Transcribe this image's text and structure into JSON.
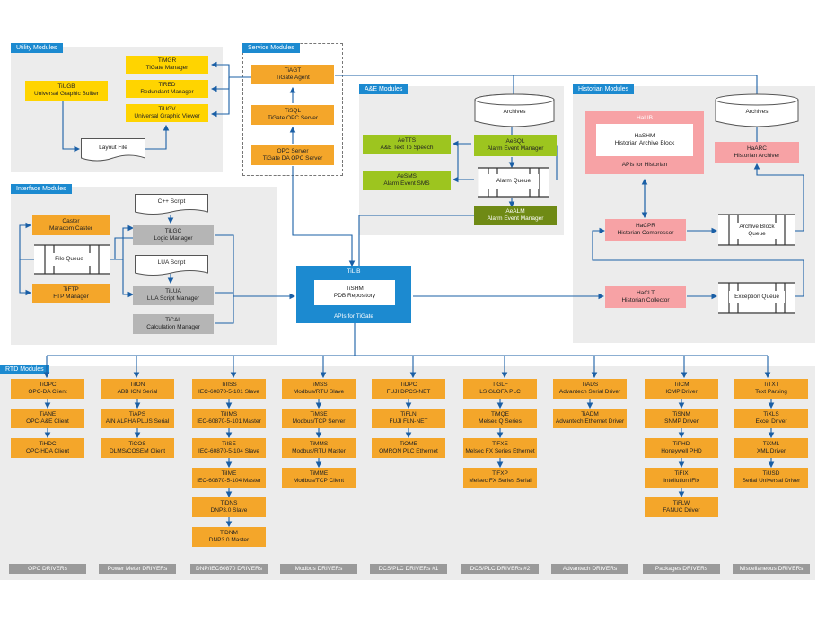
{
  "panels": {
    "utility": "Utility Modules",
    "service": "Service Modules",
    "ae": "A&E Modules",
    "historian": "Historian Modules",
    "interface": "Interface Modules",
    "rtd": "RTD Modules"
  },
  "utility": {
    "timgr": [
      "TiMGR",
      "TiGate Manager"
    ],
    "tired": [
      "TiRED",
      "Redundant Manager"
    ],
    "tiugv": [
      "TiUGV",
      "Universal Graphic Viewer"
    ],
    "tiugb": [
      "TiUGB",
      "Universal Graphic Builter"
    ],
    "layout": "Layout File"
  },
  "service": {
    "tiagt": [
      "TiAGT",
      "TiGate Agent"
    ],
    "tisql": [
      "TiSQL",
      "TiGate OPC Server"
    ],
    "opc": [
      "OPC Server",
      "TiGate DA OPC Server"
    ]
  },
  "ae": {
    "archives": "Archives",
    "aetts": [
      "AeTTS",
      "A&E Text To Speech"
    ],
    "aesql": [
      "AeSQL",
      "Alarm Event Manager"
    ],
    "aesms": [
      "AeSMS",
      "Alarm Event SMS"
    ],
    "queue": "Alarm Queue",
    "aealm": [
      "AeALM",
      "Alarm Event Manager"
    ]
  },
  "historian": {
    "halib": "HaLIB",
    "hashm": [
      "HaSHM",
      "Historian Archive Block"
    ],
    "apis": "APIs for Historian",
    "archives": "Archives",
    "haarc": [
      "HaARC",
      "Historian Archiver"
    ],
    "hacpr": [
      "HaCPR",
      "Historian Compressor"
    ],
    "archive_block_queue": [
      "Archive Block",
      "Queue"
    ],
    "haclt": [
      "HaCLT",
      "Historian Collector"
    ],
    "exception_queue": "Exception Queue"
  },
  "interface": {
    "cpp_script": "C++ Script",
    "caster": [
      "Caster",
      "Maracom Caster"
    ],
    "tilgc": [
      "TiLGC",
      "Logic Manager"
    ],
    "file_queue": "File Queue",
    "lua_script": "LUA Script",
    "tiftp": [
      "TiFTP",
      "FTP Manager"
    ],
    "tilua": [
      "TiLUA",
      "LUA Script Manager"
    ],
    "tical": [
      "TiCAL",
      "Calculation Manager"
    ]
  },
  "tilib": {
    "title": "TiLIB",
    "shm": [
      "TiSHM",
      "PDB Repository"
    ],
    "apis": "APIs for TiGate"
  },
  "rtd": {
    "columns": [
      {
        "footer": "OPC DRIVERs",
        "boxes": [
          [
            "TiOPC",
            "OPC-DA Client"
          ],
          [
            "TiANE",
            "OPC-A&E Client"
          ],
          [
            "TiHDC",
            "OPC-HDA Client"
          ]
        ]
      },
      {
        "footer": "Power Meter DRIVERs",
        "boxes": [
          [
            "TiION",
            "ABB ION Serial"
          ],
          [
            "TiAPS",
            "AIN ALPHA PLUS Serial"
          ],
          [
            "TiCOS",
            "DLMS/COSEM Client"
          ]
        ]
      },
      {
        "footer": "DNP/IEC60870 DRIVERs",
        "boxes": [
          [
            "TiIISS",
            "IEC-60870-5-101 Slave"
          ],
          [
            "TiIIMS",
            "IEC-60870-5-101 Master"
          ],
          [
            "TiISE",
            "IEC-60870-5-104 Slave"
          ],
          [
            "TiIME",
            "IEC-60870-5-104 Master"
          ],
          [
            "TiDNS",
            "DNP3.0 Slave"
          ],
          [
            "TiDNM",
            "DNP3.0 Master"
          ]
        ]
      },
      {
        "footer": "Modbus  DRIVERs",
        "boxes": [
          [
            "TiMSS",
            "Modbus/RTU Slave"
          ],
          [
            "TiMSE",
            "Modbus/TCP Server"
          ],
          [
            "TiMMS",
            "Modbus/RTU Master"
          ],
          [
            "TiMME",
            "Modbus/TCP Client"
          ]
        ]
      },
      {
        "footer": "DCS/PLC DRIVERs #1",
        "boxes": [
          [
            "TiDPC",
            "FUJI DPCS-NET"
          ],
          [
            "TiFLN",
            "FUJI FLN-NET"
          ],
          [
            "TiOME",
            "OMRON PLC Ethernet"
          ]
        ]
      },
      {
        "footer": "DCS/PLC DRIVERs #2",
        "boxes": [
          [
            "TiGLF",
            "LS GLOFA PLC"
          ],
          [
            "TiMQE",
            "Melsec Q Series"
          ],
          [
            "TiFXE",
            "Melsec FX Series Ethernet"
          ],
          [
            "TiFXP",
            "Melsec FX Series Serial"
          ]
        ]
      },
      {
        "footer": "Advantech DRIVERs",
        "boxes": [
          [
            "TiADS",
            "Advantech Serial Driver"
          ],
          [
            "TiADM",
            "Advantech Ethernet Driver"
          ]
        ]
      },
      {
        "footer": "Packages DRIVERs",
        "boxes": [
          [
            "TiICM",
            "ICMP Driver"
          ],
          [
            "TiSNM",
            "SNMP Driver"
          ],
          [
            "TiPHD",
            "Honeywell PHD"
          ],
          [
            "TiFIX",
            "Intellution iFix"
          ],
          [
            "TiFLW",
            "FANUC Driver"
          ]
        ]
      },
      {
        "footer": "Miscellaneous DRIVERs",
        "boxes": [
          [
            "TiTXT",
            "Text Parsing"
          ],
          [
            "TiXLS",
            "Excel Driver"
          ],
          [
            "TiXML",
            "XML Driver"
          ],
          [
            "TiUSD",
            "Serial Universal Driver"
          ]
        ]
      }
    ]
  },
  "colors": {
    "blue": "#1c8ad0",
    "yellow": "#ffd400",
    "orange": "#f4a62a",
    "green": "#9dc51f",
    "dark_green": "#6f8a15",
    "gray": "#b5b5b5",
    "pink": "#f7a2a5",
    "panel": "#ececec"
  }
}
